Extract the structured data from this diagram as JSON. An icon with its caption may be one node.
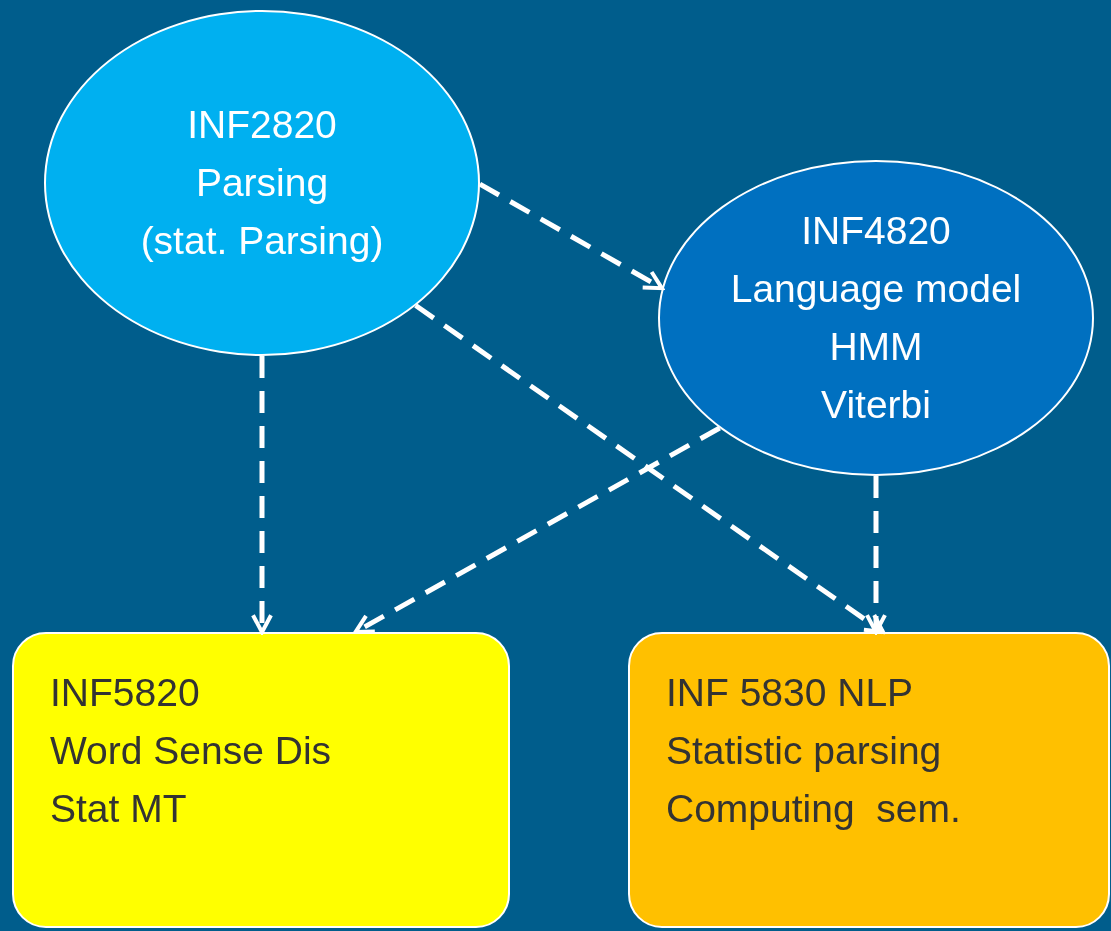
{
  "diagram": {
    "nodes": [
      {
        "text": [
          "INF2820",
          "Parsing",
          "(stat. Parsing)"
        ]
      },
      {
        "text": [
          "INF4820",
          "Language model",
          "HMM",
          "Viterbi"
        ]
      },
      {
        "text": [
          "INF5820",
          "Word Sense Dis",
          "Stat MT"
        ]
      },
      {
        "text": [
          "INF 5830 NLP",
          "Statistic parsing",
          "Computing  sem."
        ]
      }
    ],
    "edges": [
      {
        "from": 0,
        "to": 1,
        "arrow": "to",
        "style": "dashed"
      },
      {
        "from": 0,
        "to": 2,
        "arrow": "to",
        "style": "dashed"
      },
      {
        "from": 0,
        "to": 3,
        "arrow": "to",
        "style": "dashed"
      },
      {
        "from": 1,
        "to": 2,
        "arrow": "to",
        "style": "dashed"
      },
      {
        "from": 1,
        "to": 3,
        "arrow": "to",
        "style": "dashed"
      }
    ]
  }
}
